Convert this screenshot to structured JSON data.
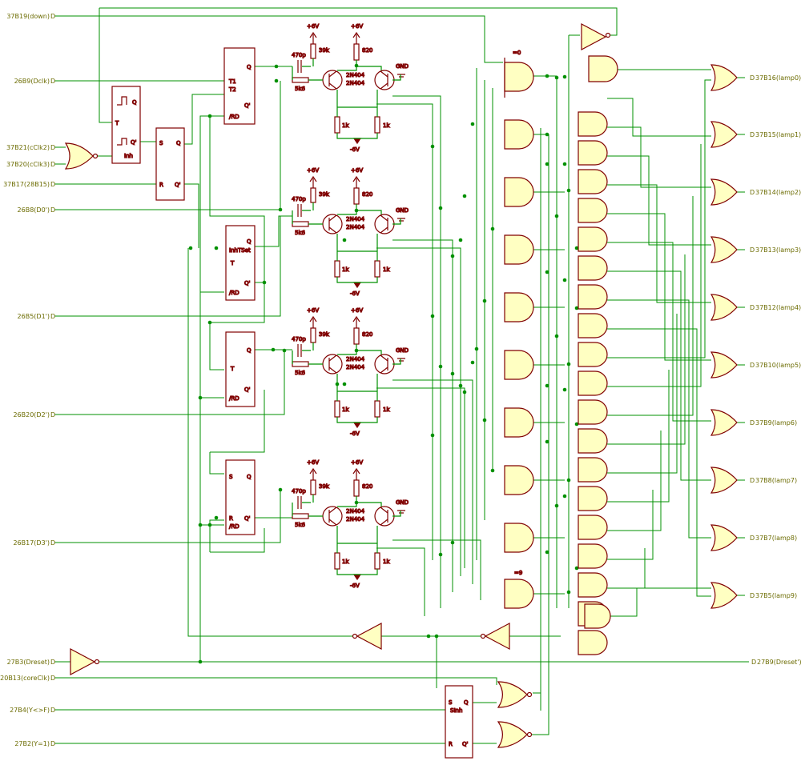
{
  "colors": {
    "wire": "#009000",
    "component": "#800000",
    "gate_fill": "#ffffc2",
    "signal_label": "#6b6b00",
    "part_label": "#1a6b8a"
  },
  "inputs": [
    {
      "id": "in_down",
      "label": "37B19(down)"
    },
    {
      "id": "in_dclk",
      "label": "26B9(Dclk)"
    },
    {
      "id": "in_cclk2",
      "label": "37B21(cClk2)"
    },
    {
      "id": "in_cclk3",
      "label": "37B20(cClk3)"
    },
    {
      "id": "in_28b15",
      "label": "37B17(28B15)"
    },
    {
      "id": "in_d0",
      "label": "26B8(D0')"
    },
    {
      "id": "in_d1",
      "label": "26B5(D1')"
    },
    {
      "id": "in_d2",
      "label": "26B20(D2')"
    },
    {
      "id": "in_d3",
      "label": "26B17(D3')"
    },
    {
      "id": "in_dreset",
      "label": "27B3(Dreset)"
    },
    {
      "id": "in_coreclk",
      "label": "20B13(coreClk)"
    },
    {
      "id": "in_ynef",
      "label": "27B4(Y<>F)"
    },
    {
      "id": "in_yeq1",
      "label": "27B2(Y=1)"
    }
  ],
  "outputs": [
    {
      "id": "lamp0",
      "label": "37B16(lamp0)"
    },
    {
      "id": "lamp1",
      "label": "37B15(lamp1)"
    },
    {
      "id": "lamp2",
      "label": "37B14(lamp2)"
    },
    {
      "id": "lamp3",
      "label": "37B13(lamp3)"
    },
    {
      "id": "lamp4",
      "label": "37B12(lamp4)"
    },
    {
      "id": "lamp5",
      "label": "37B10(lamp5)"
    },
    {
      "id": "lamp6",
      "label": "37B9(lamp6)"
    },
    {
      "id": "lamp7",
      "label": "37B8(lamp7)"
    },
    {
      "id": "lamp8",
      "label": "37B7(lamp8)"
    },
    {
      "id": "lamp9",
      "label": "37B5(lamp9)"
    },
    {
      "id": "dreset_out",
      "label": "27B9(Dreset')"
    }
  ],
  "parts": {
    "cap": "470p",
    "r_base": "5k6",
    "r_top": "39k",
    "r_col": "820",
    "r_emit": "1k",
    "transistor": "2N404",
    "vplus": "+6V",
    "vminus": "-6V",
    "gnd": "GND"
  },
  "flipflop_pins": {
    "q": "Q",
    "qbar": "Q'",
    "rd": "/RD",
    "t": "T",
    "t1": "T1",
    "t2": "T2",
    "s": "S",
    "r": "R",
    "inh": "Inh",
    "inhtset": "InhTSet",
    "sinh": "SInh"
  },
  "gate_tags": {
    "first": "=0",
    "last": "=9"
  }
}
